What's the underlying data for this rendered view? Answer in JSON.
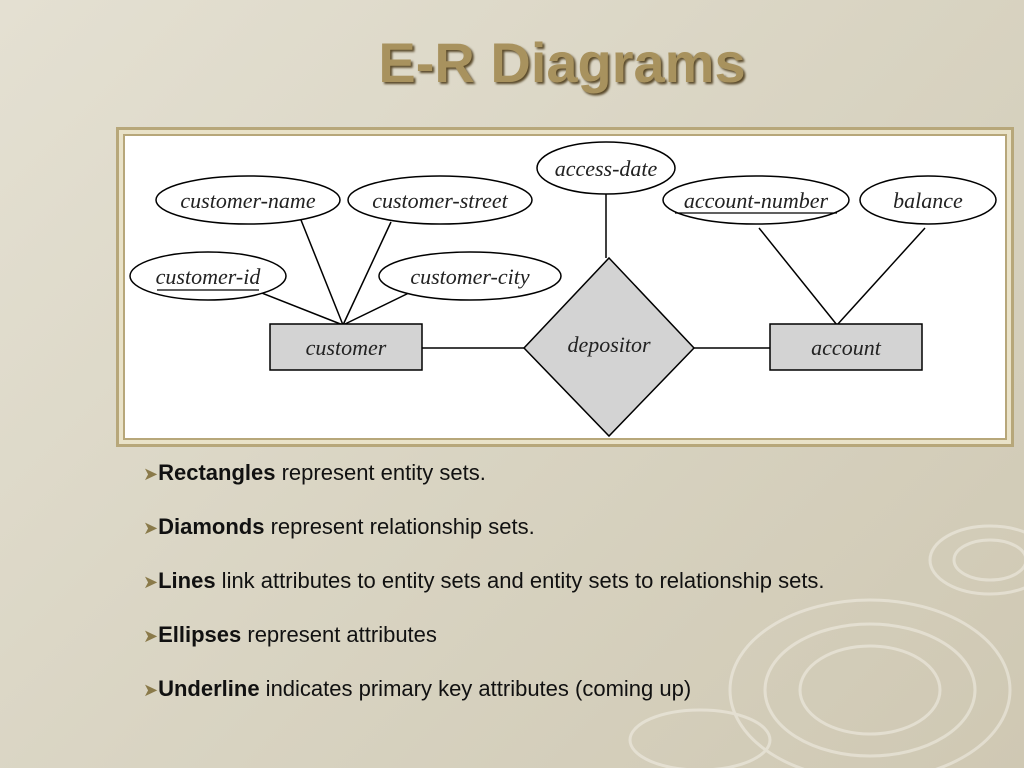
{
  "slide": {
    "title": "E-R Diagrams"
  },
  "diagram": {
    "entities": {
      "customer": "customer",
      "account": "account"
    },
    "relationship": "depositor",
    "attributes": {
      "customer_name": "customer-name",
      "customer_street": "customer-street",
      "customer_id": "customer-id",
      "customer_city": "customer-city",
      "access_date": "access-date",
      "account_number": "account-number",
      "balance": "balance"
    }
  },
  "bullets": [
    {
      "term": "Rectangles",
      "text": " represent entity sets."
    },
    {
      "term": "Diamonds",
      "text": " represent relationship sets."
    },
    {
      "term": "Lines",
      "text": " link attributes to entity sets and entity sets to relationship sets."
    },
    {
      "term": "Ellipses",
      "text": " represent attributes"
    },
    {
      "term": "Underline",
      "text": " indicates primary key attributes (coming up)"
    }
  ],
  "colors": {
    "title": "#a8925e",
    "frame_border": "#b7a77a",
    "shape_fill": "#d3d3d3",
    "background": "#ddd8c7"
  }
}
